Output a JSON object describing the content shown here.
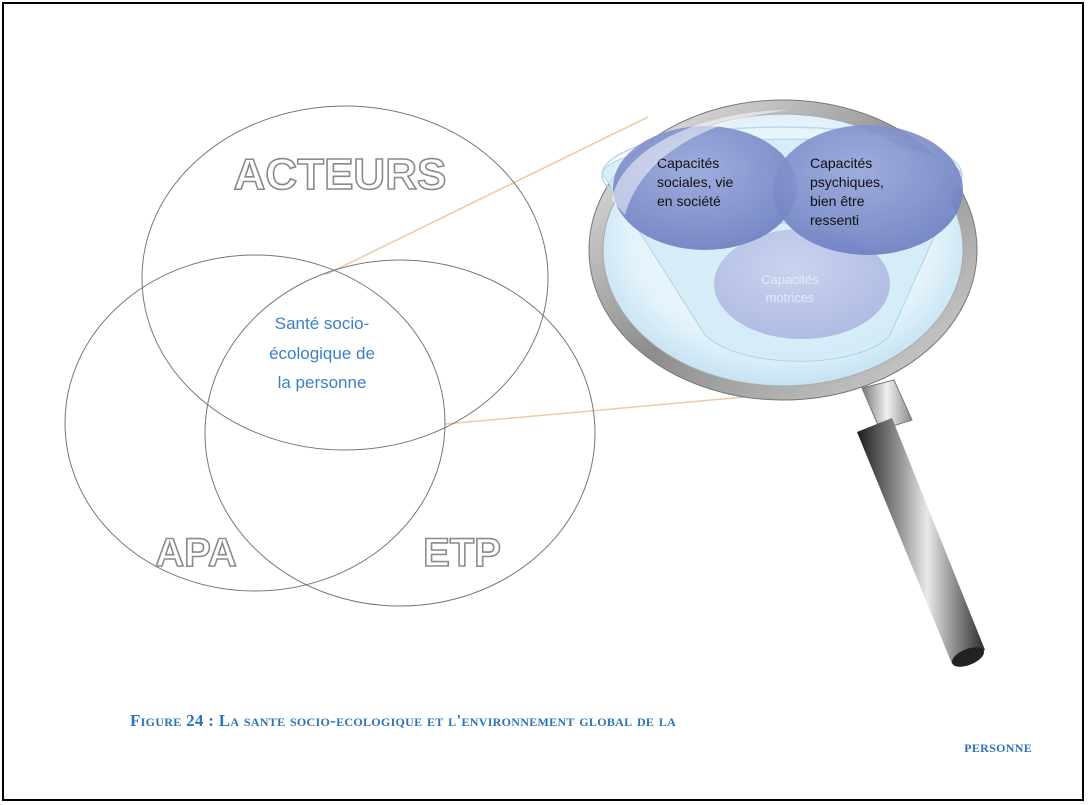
{
  "diagram": {
    "circles": {
      "top_label": "ACTEURS",
      "left_label": "APA",
      "right_label": "ETP"
    },
    "center_text": [
      "Santé socio-",
      "écologique de",
      "la personne"
    ],
    "magnifier": {
      "bubble_social": [
        "Capacités",
        "sociales, vie",
        "en société"
      ],
      "bubble_psych": [
        "Capacités",
        "psychiques,",
        "bien être",
        "ressenti"
      ],
      "bubble_motor": [
        "Capacités",
        "motrices"
      ]
    }
  },
  "caption": {
    "line1": "Figure 24 : La sante socio-ecologique et l'environnement global de la",
    "line2": "personne"
  },
  "colors": {
    "caption": "#2e74b5",
    "center_text": "#3b82c4",
    "bubble": "#7e8fcc",
    "lens": "#d9eef8"
  }
}
